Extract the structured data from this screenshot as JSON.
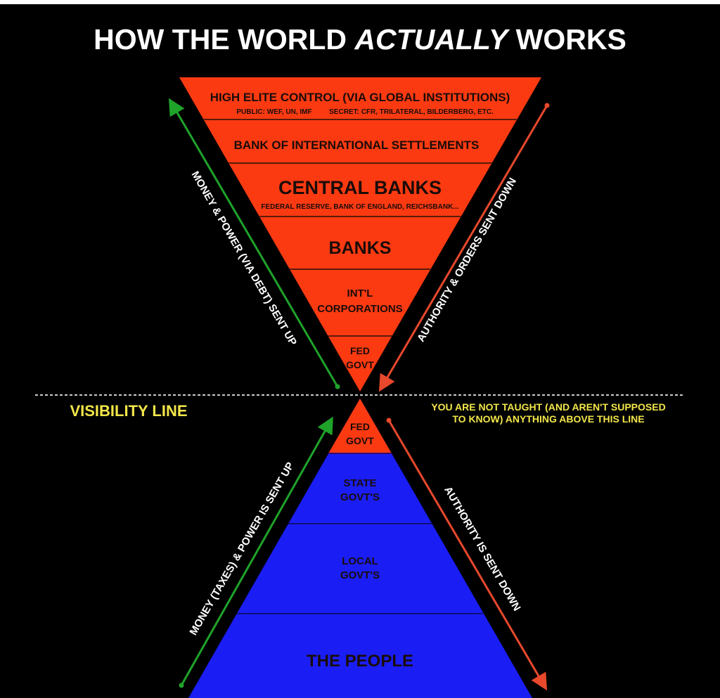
{
  "title": {
    "prefix": "HOW THE WORLD ",
    "emphasis": "ACTUALLY",
    "suffix": " WORKS"
  },
  "colors": {
    "red": "#fb3a12",
    "blue": "#1a1ef5",
    "green": "#1fa32a",
    "arrow_red": "#e8482c",
    "yellow": "#f2e64a"
  },
  "upper_pyramid": [
    {
      "label": "HIGH ELITE CONTROL (VIA GLOBAL INSTITUTIONS)",
      "sub_left": "PUBLIC: WEF, UN, IMF",
      "sub_right": "SECRET: CFR, TRILATERAL, BILDERBERG, ETC."
    },
    {
      "label": "BANK OF INTERNATIONAL SETTLEMENTS"
    },
    {
      "label": "CENTRAL BANKS",
      "sub": "FEDERAL RESERVE, BANK OF ENGLAND, REICHSBANK..."
    },
    {
      "label": "BANKS"
    },
    {
      "line1": "INT'L",
      "line2": "CORPORATIONS"
    },
    {
      "line1": "FED",
      "line2": "GOVT"
    }
  ],
  "lower_pyramid": [
    {
      "line1": "FED",
      "line2": "GOVT"
    },
    {
      "line1": "STATE",
      "line2": "GOVT'S"
    },
    {
      "line1": "LOCAL",
      "line2": "GOVT'S"
    },
    {
      "label": "THE PEOPLE"
    }
  ],
  "visibility": {
    "label": "VISIBILITY LINE",
    "note_line1": "YOU ARE NOT TAUGHT (AND AREN'T SUPPOSED",
    "note_line2": "TO KNOW) ANYTHING ABOVE THIS LINE"
  },
  "arrows": {
    "upper_left": "MONEY & POWER (VIA DEBT) SENT UP",
    "upper_right": "AUTHORITY & ORDERS SENT DOWN",
    "lower_left": "MONEY (TAXES) & POWER IS SENT UP",
    "lower_right": "AUTHORITY IS SENT DOWN"
  }
}
